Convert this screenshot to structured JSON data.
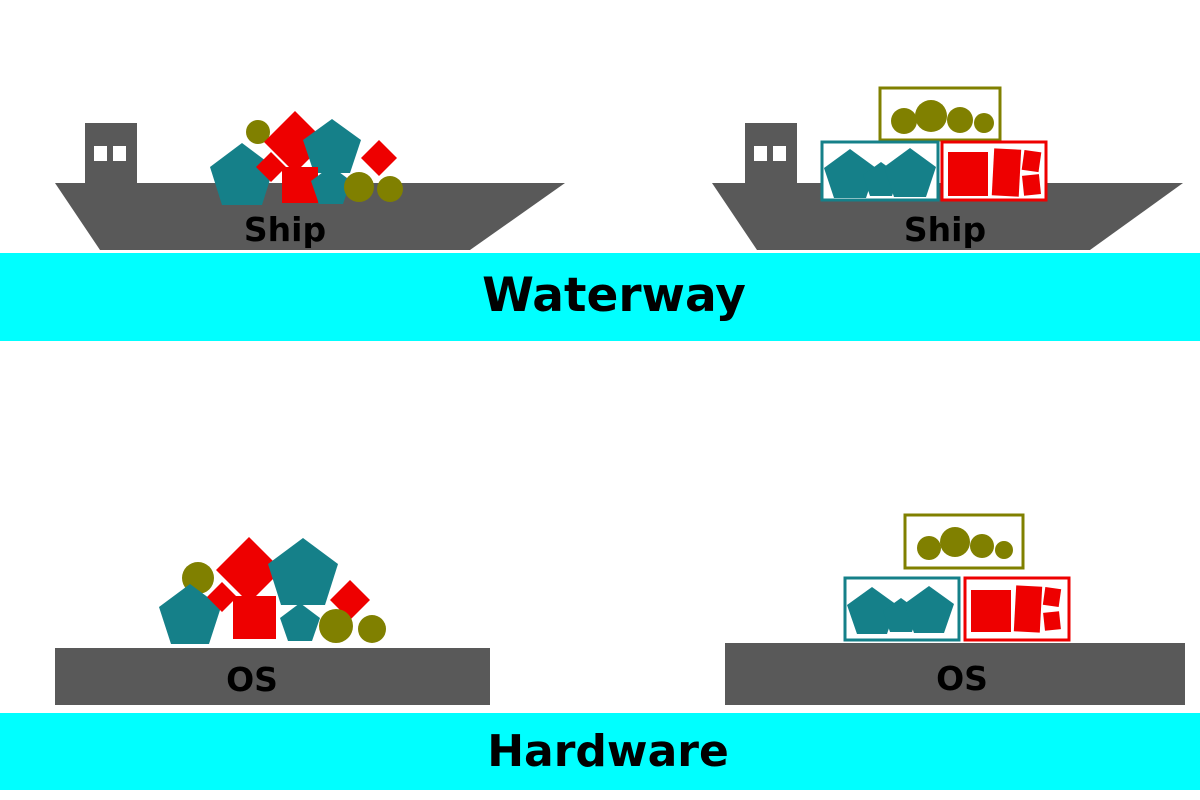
{
  "bands": {
    "waterway": "Waterway",
    "hardware": "Hardware"
  },
  "ships": {
    "left_label": "Ship",
    "right_label": "Ship"
  },
  "platforms": {
    "left_label": "OS",
    "right_label": "OS"
  },
  "colors": {
    "water_cyan": "#00ffff",
    "hull_gray": "#595959",
    "cargo_red": "#ee0000",
    "cargo_teal": "#158089",
    "cargo_olive": "#808000",
    "container_fill": "#ffffff",
    "background": "#ffffff",
    "label_text": "#000000"
  },
  "cargo": {
    "top_left_ship": {
      "style": "loose-pile",
      "shapes": [
        "teal-pentagon",
        "olive-circle",
        "red-diamond",
        "teal-pentagon",
        "red-diamond",
        "red-square",
        "teal-pentagon",
        "olive-circle",
        "red-diamond",
        "olive-circle"
      ]
    },
    "top_right_ship": {
      "style": "containerized",
      "containers": [
        {
          "outline": "olive",
          "contents": "olive-circles"
        },
        {
          "outline": "teal",
          "contents": "teal-pentagons"
        },
        {
          "outline": "red",
          "contents": "red-squares"
        }
      ]
    },
    "bottom_left_os": {
      "style": "loose-pile",
      "shapes": [
        "olive-circle",
        "teal-pentagon",
        "red-diamond",
        "teal-pentagon",
        "red-diamond",
        "red-square",
        "teal-pentagon",
        "red-diamond",
        "olive-circle",
        "olive-circle"
      ]
    },
    "bottom_right_os": {
      "style": "containerized",
      "containers": [
        {
          "outline": "olive",
          "contents": "olive-circles"
        },
        {
          "outline": "teal",
          "contents": "teal-pentagons"
        },
        {
          "outline": "red",
          "contents": "red-squares"
        }
      ]
    }
  }
}
